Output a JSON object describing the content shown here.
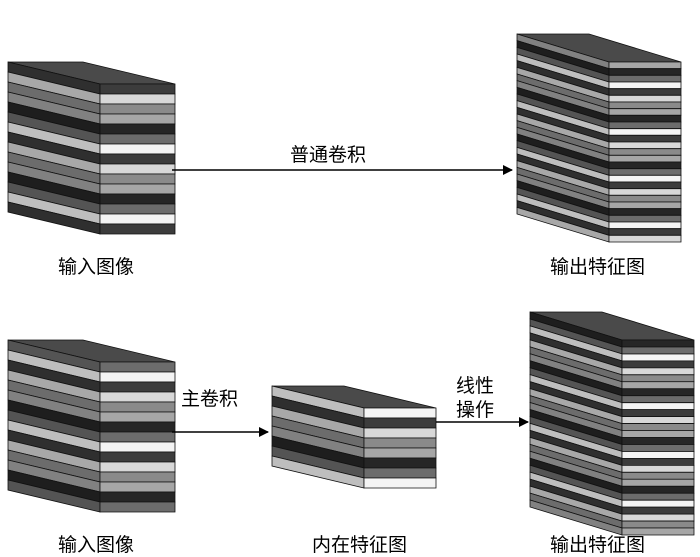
{
  "top_row": {
    "input_label": "输入图像",
    "op_label": "普通卷积",
    "output_label": "输出特征图"
  },
  "bottom_row": {
    "input_label": "输入图像",
    "op1_label": "主卷积",
    "intermediate_label": "内在特征图",
    "op2_line1": "线性",
    "op2_line2": "操作",
    "output_label": "输出特征图"
  },
  "colors": {
    "layer_shades": [
      "#3c3c3c",
      "#6c6c6c",
      "#a6a6a6",
      "#d8d8d8",
      "#f4f4f4",
      "#262626",
      "#8a8a8a"
    ],
    "top_face": "#4a4a4a",
    "stroke": "#111111",
    "arrow": "#000000"
  }
}
